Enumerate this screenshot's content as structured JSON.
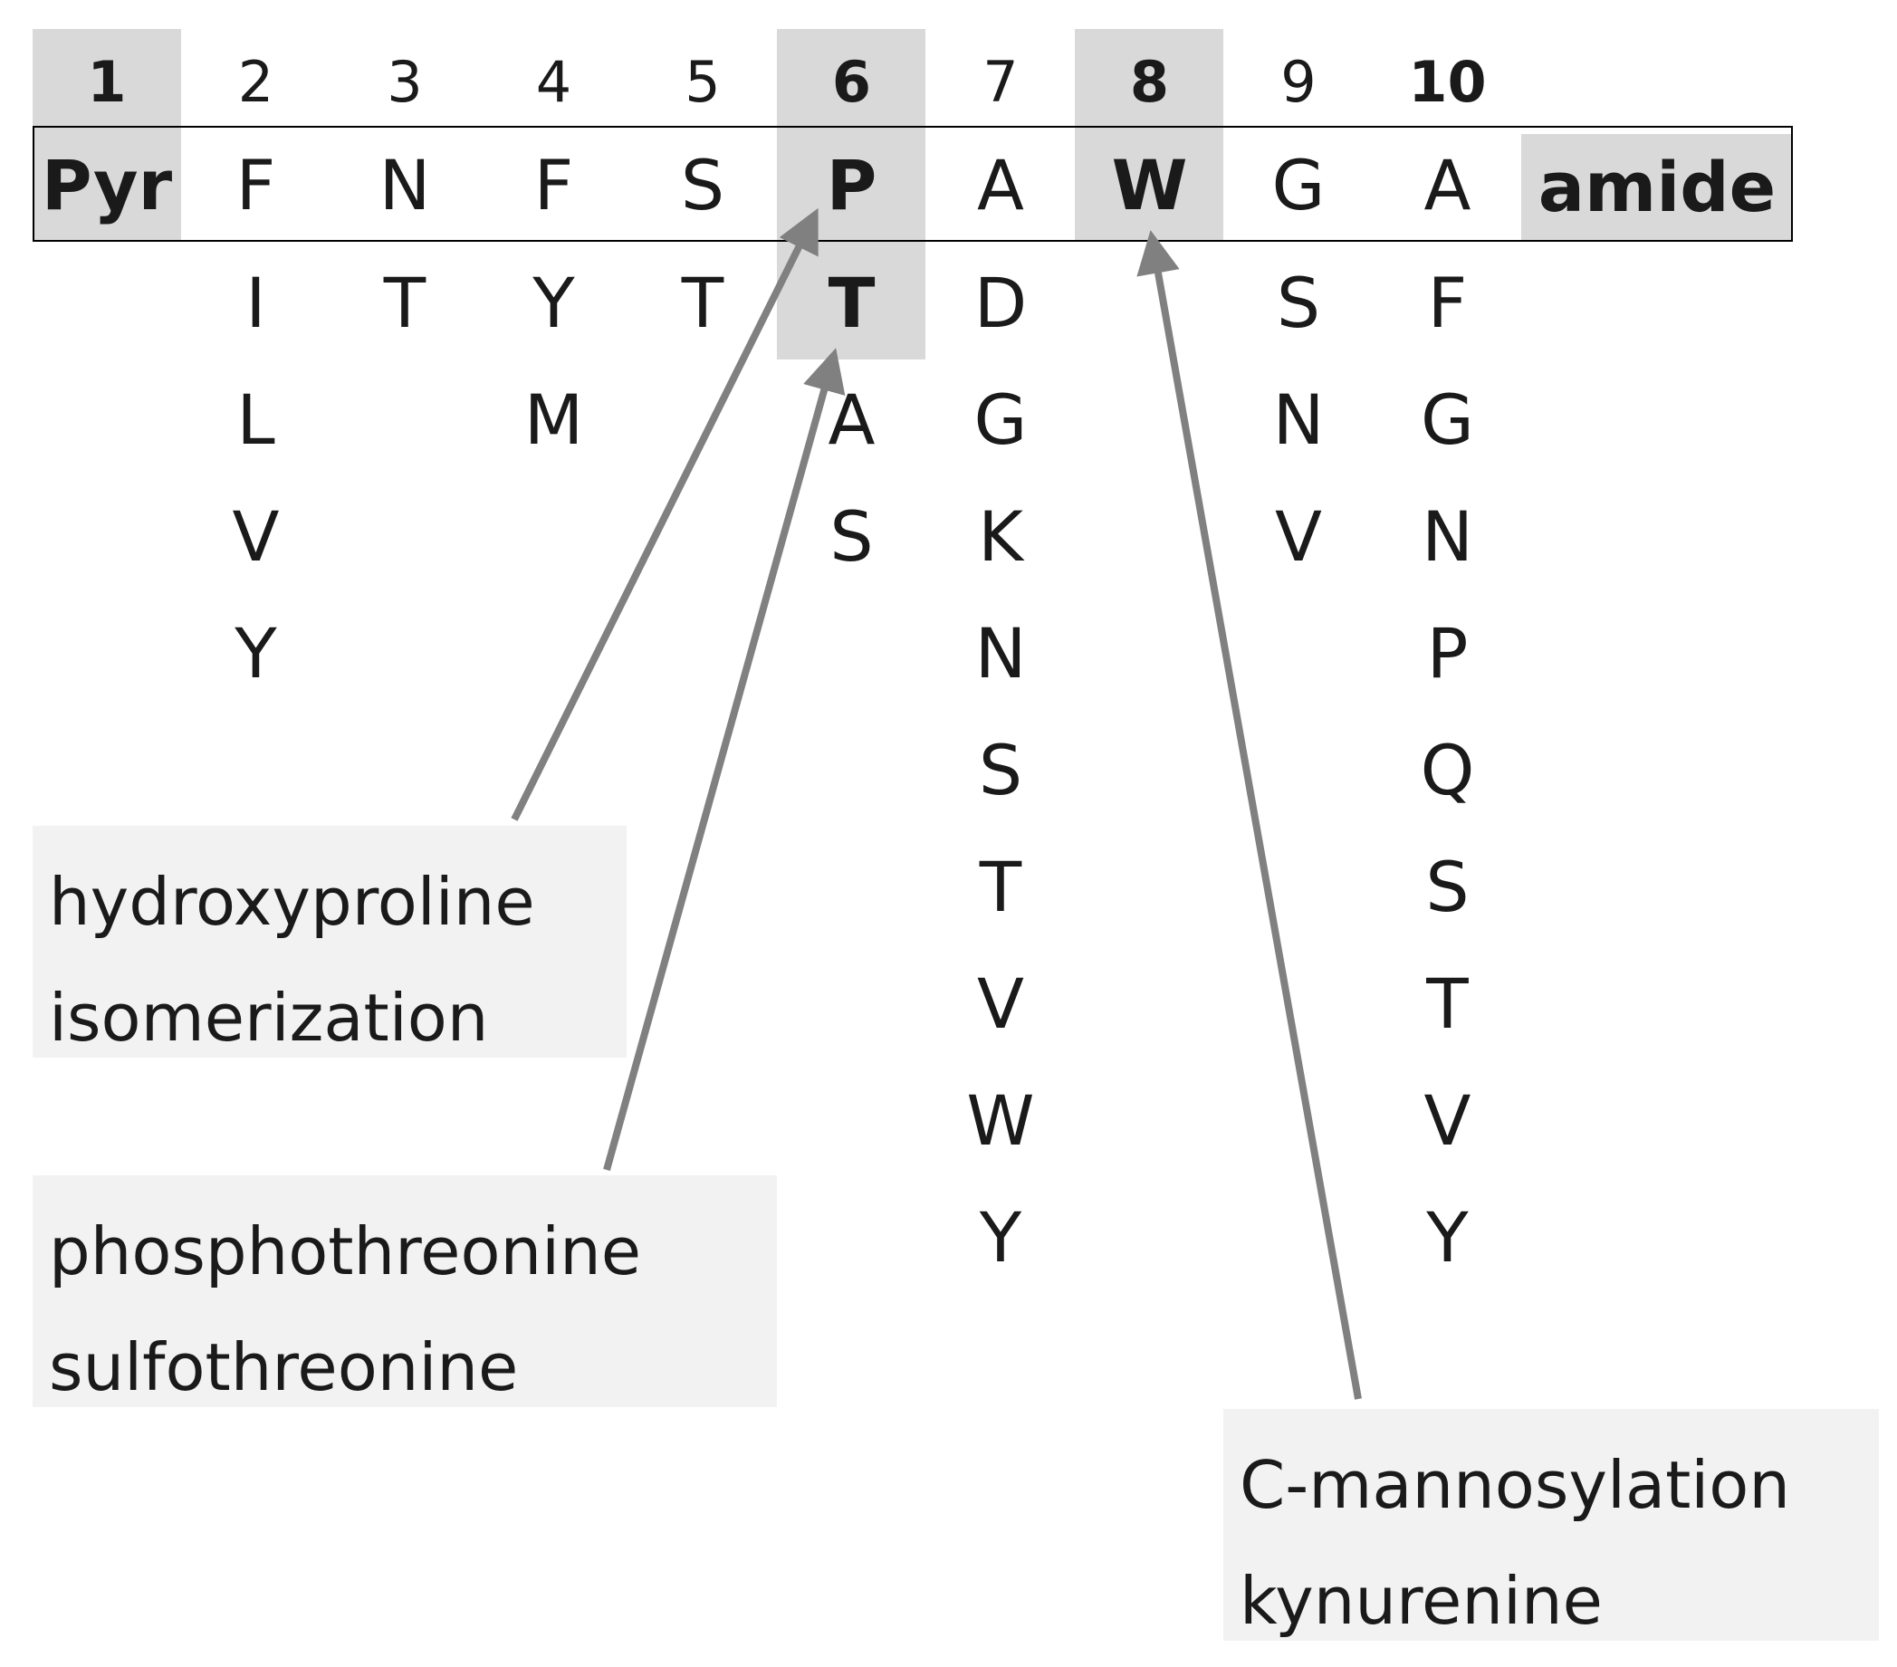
{
  "positions": [
    "1",
    "2",
    "3",
    "4",
    "5",
    "6",
    "7",
    "8",
    "9",
    "10"
  ],
  "highlighted_positions": [
    "1",
    "6",
    "8"
  ],
  "core_sequence": [
    "Pyr",
    "F",
    "N",
    "F",
    "S",
    "P",
    "A",
    "W",
    "G",
    "A"
  ],
  "c_terminus": "amide",
  "variants": [
    [],
    [
      "I",
      "L",
      "V",
      "Y"
    ],
    [
      "T"
    ],
    [
      "Y",
      "M"
    ],
    [
      "T"
    ],
    [
      "T",
      "A",
      "S"
    ],
    [
      "D",
      "G",
      "K",
      "N",
      "S",
      "T",
      "V",
      "W",
      "Y"
    ],
    [],
    [
      "S",
      "N",
      "V"
    ],
    [
      "F",
      "G",
      "N",
      "P",
      "Q",
      "S",
      "T",
      "V",
      "Y"
    ]
  ],
  "annotations": [
    {
      "lines": [
        "hydroxyproline",
        "isomerization"
      ],
      "target": "P"
    },
    {
      "lines": [
        "phosphothreonine",
        "sulfothreonine"
      ],
      "target": "T"
    },
    {
      "lines": [
        "C-mannosylation",
        "kynurenine"
      ],
      "target": "W"
    }
  ],
  "colors": {
    "highlight": "#d9d9d9",
    "note_background": "#f2f2f2",
    "arrow": "#808080",
    "text": "#1a1a1a"
  }
}
